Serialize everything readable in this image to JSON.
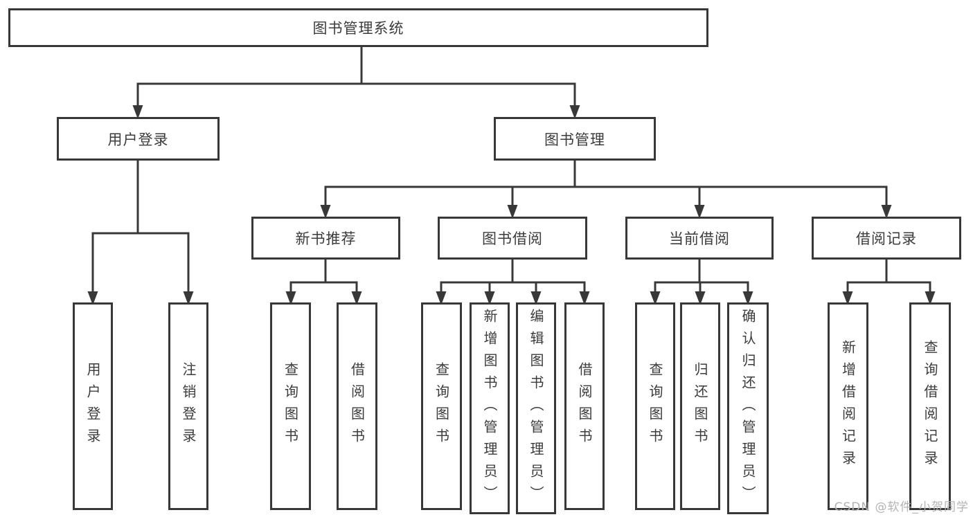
{
  "diagram_type": "hierarchy-tree",
  "colors": {
    "line": "#383838",
    "box_border": "#383838",
    "box_background": "#ffffff",
    "text": "#3b3b3b",
    "watermark_text": "#b3b3b3",
    "background": "#ffffff"
  },
  "watermark": "CSDN @软件_小贺同学",
  "nodes": {
    "root": "图书管理系统",
    "user_login": "用户登录",
    "book_mgmt": "图书管理",
    "new_book_rec": "新书推荐",
    "book_borrow": "图书借阅",
    "current_borrow": "当前借阅",
    "borrow_records": "借阅记录",
    "leaf_user_login": "用户登录",
    "leaf_logout": "注销登录",
    "leaf_nbr_query": "查询图书",
    "leaf_nbr_borrow": "借阅图书",
    "leaf_bb_query": "查询图书",
    "leaf_bb_add": "新增图书（管理员）",
    "leaf_bb_edit": "编辑图书（管理员）",
    "leaf_bb_borrow": "借阅图书",
    "leaf_cb_query": "查询图书",
    "leaf_cb_return": "归还图书",
    "leaf_cb_confirm": "确认归还（管理员）",
    "leaf_br_add": "新增借阅记录",
    "leaf_br_query": "查询借阅记录"
  },
  "edges": [
    {
      "from": "图书管理系统",
      "to": [
        "用户登录",
        "图书管理"
      ]
    },
    {
      "from": "用户登录",
      "to": [
        "用户登录",
        "注销登录"
      ]
    },
    {
      "from": "图书管理",
      "to": [
        "新书推荐",
        "图书借阅",
        "当前借阅",
        "借阅记录"
      ]
    },
    {
      "from": "新书推荐",
      "to": [
        "查询图书",
        "借阅图书"
      ]
    },
    {
      "from": "图书借阅",
      "to": [
        "查询图书",
        "新增图书（管理员）",
        "编辑图书（管理员）",
        "借阅图书"
      ]
    },
    {
      "from": "当前借阅",
      "to": [
        "查询图书",
        "归还图书",
        "确认归还（管理员）"
      ]
    },
    {
      "from": "借阅记录",
      "to": [
        "新增借阅记录",
        "查询借阅记录"
      ]
    }
  ]
}
